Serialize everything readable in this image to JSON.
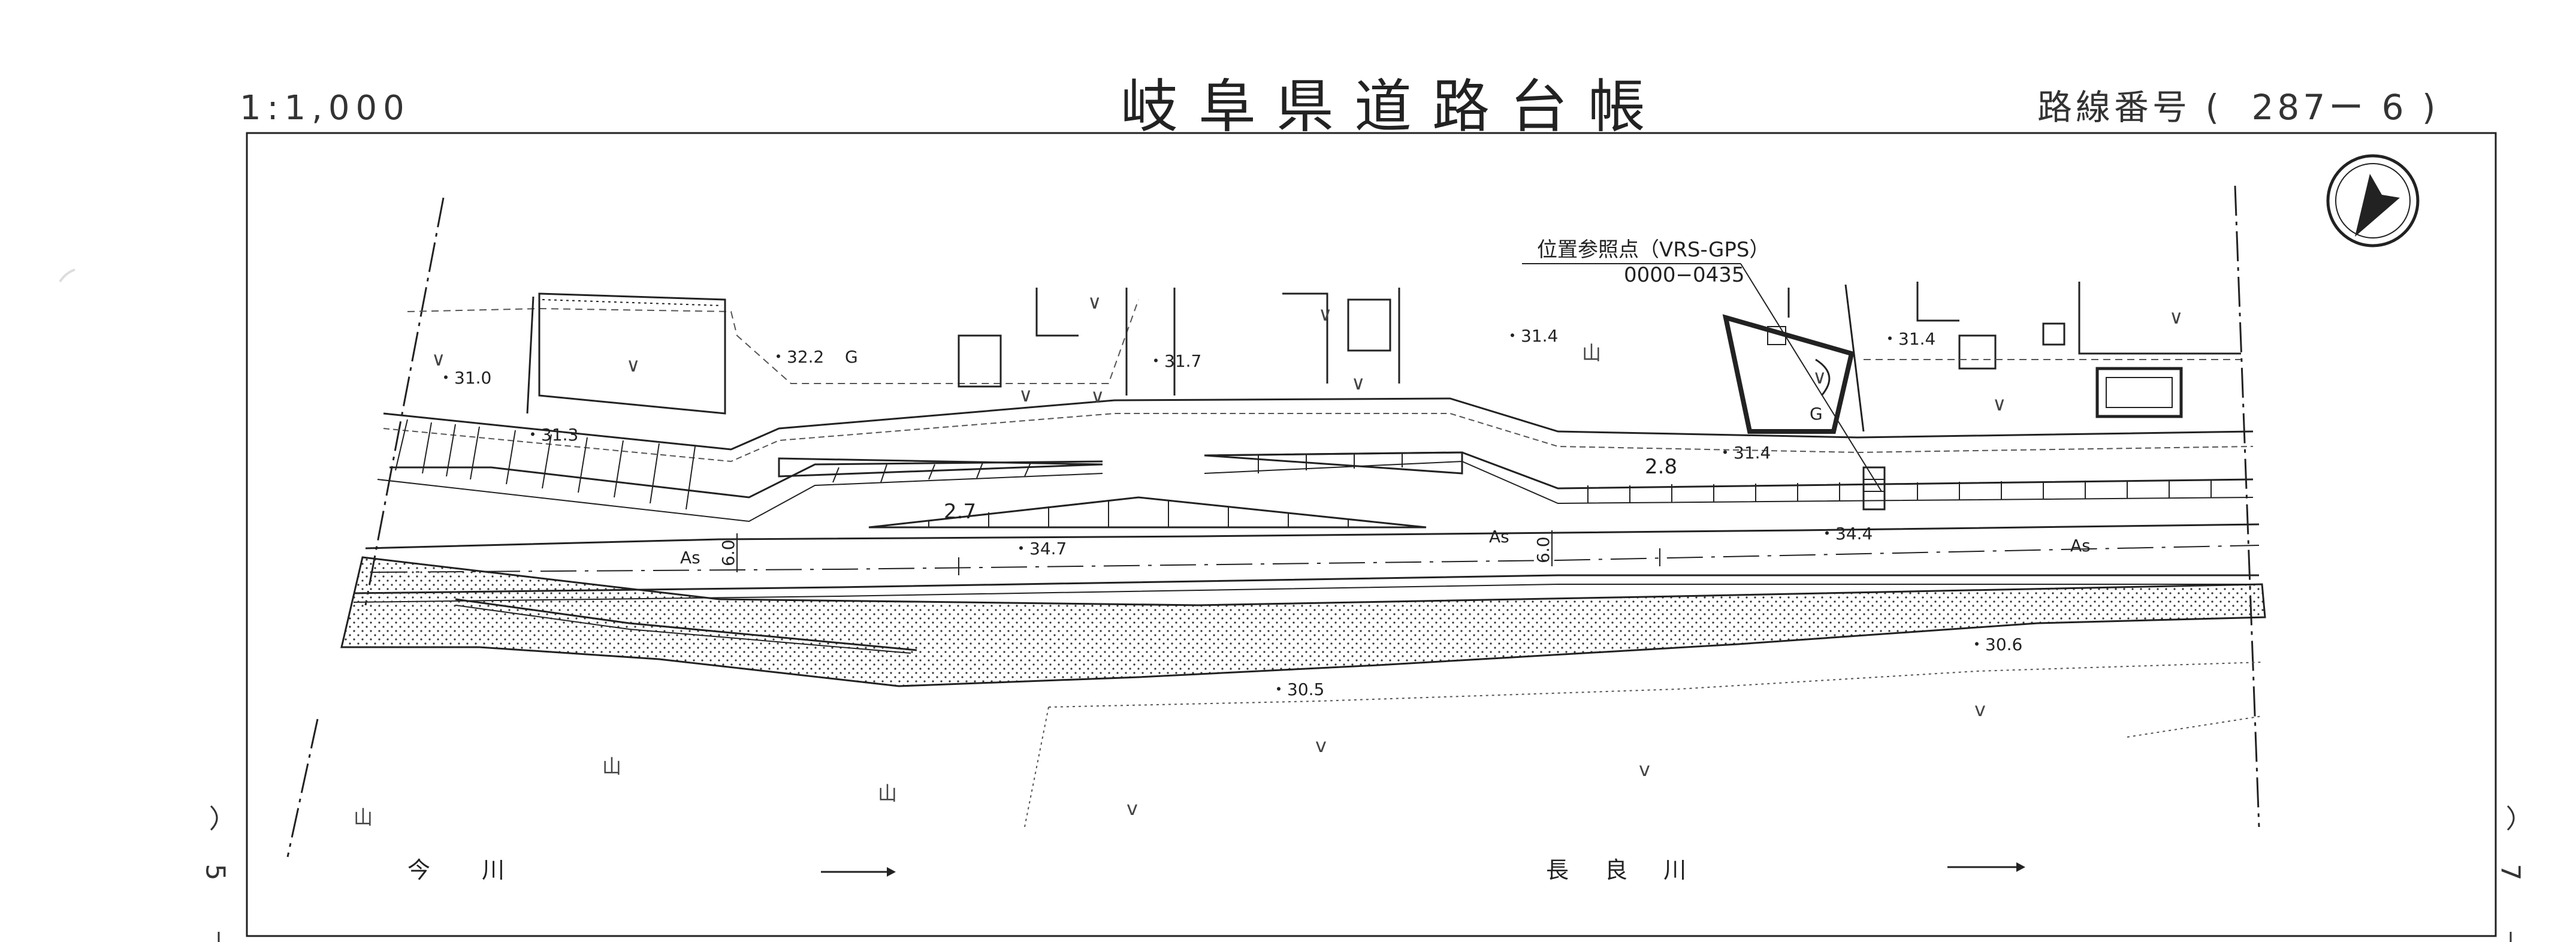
{
  "header": {
    "scale": "1:1,000",
    "title": "岐阜県道路台帳",
    "route_label": "路線番号",
    "route_open": "(",
    "route_number": "287ー 6",
    "route_close": ")"
  },
  "sheet_edges": {
    "left_number": "5",
    "right_number": "7"
  },
  "reference_point": {
    "label": "位置参照点（VRS-GPS）",
    "code": "0000−0435"
  },
  "elevations": {
    "e1": "・31.0",
    "e2": "・31.3",
    "e3": "・32.2",
    "e4": "・31.7",
    "e5": "・31.4",
    "e6": "・31.4",
    "e7": "・31.4",
    "e8": "・34.7",
    "e9": "・34.4",
    "e10": "・30.5",
    "e11": "・30.6"
  },
  "widths": {
    "w1": "2.7",
    "w2": "2.8",
    "w3": "6.0",
    "w4": "6.0"
  },
  "surface": {
    "s1": "As",
    "s2": "As",
    "s3": "As"
  },
  "land_use": {
    "g1": "G",
    "g2": "G",
    "field": "∨",
    "mountain": "山",
    "wasteland": "ⅴ"
  },
  "rivers": {
    "left": "今　川",
    "right": "長 良 川"
  },
  "icons": {
    "north_arrow": "north-arrow-icon",
    "flow_arrow": "flow-arrow-icon"
  }
}
